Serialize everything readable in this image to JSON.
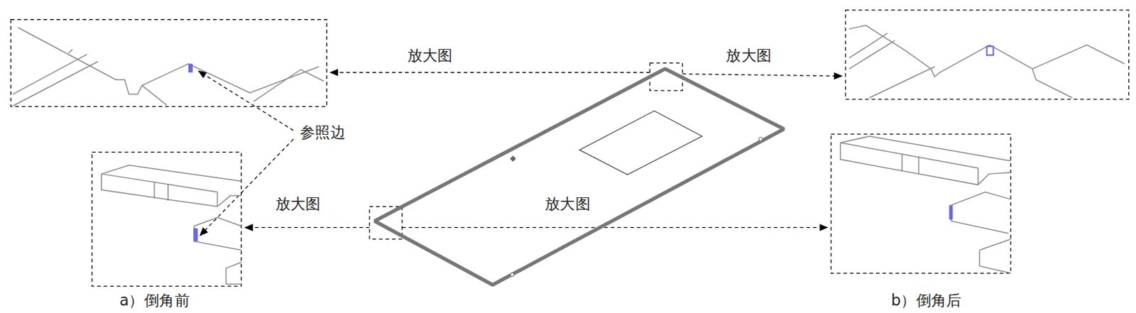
{
  "diagram": {
    "labels": [
      "放大图",
      "放大图",
      "参照边",
      "放大图",
      "放大图",
      "a）倒角前",
      "b）倒角后"
    ]
  }
}
